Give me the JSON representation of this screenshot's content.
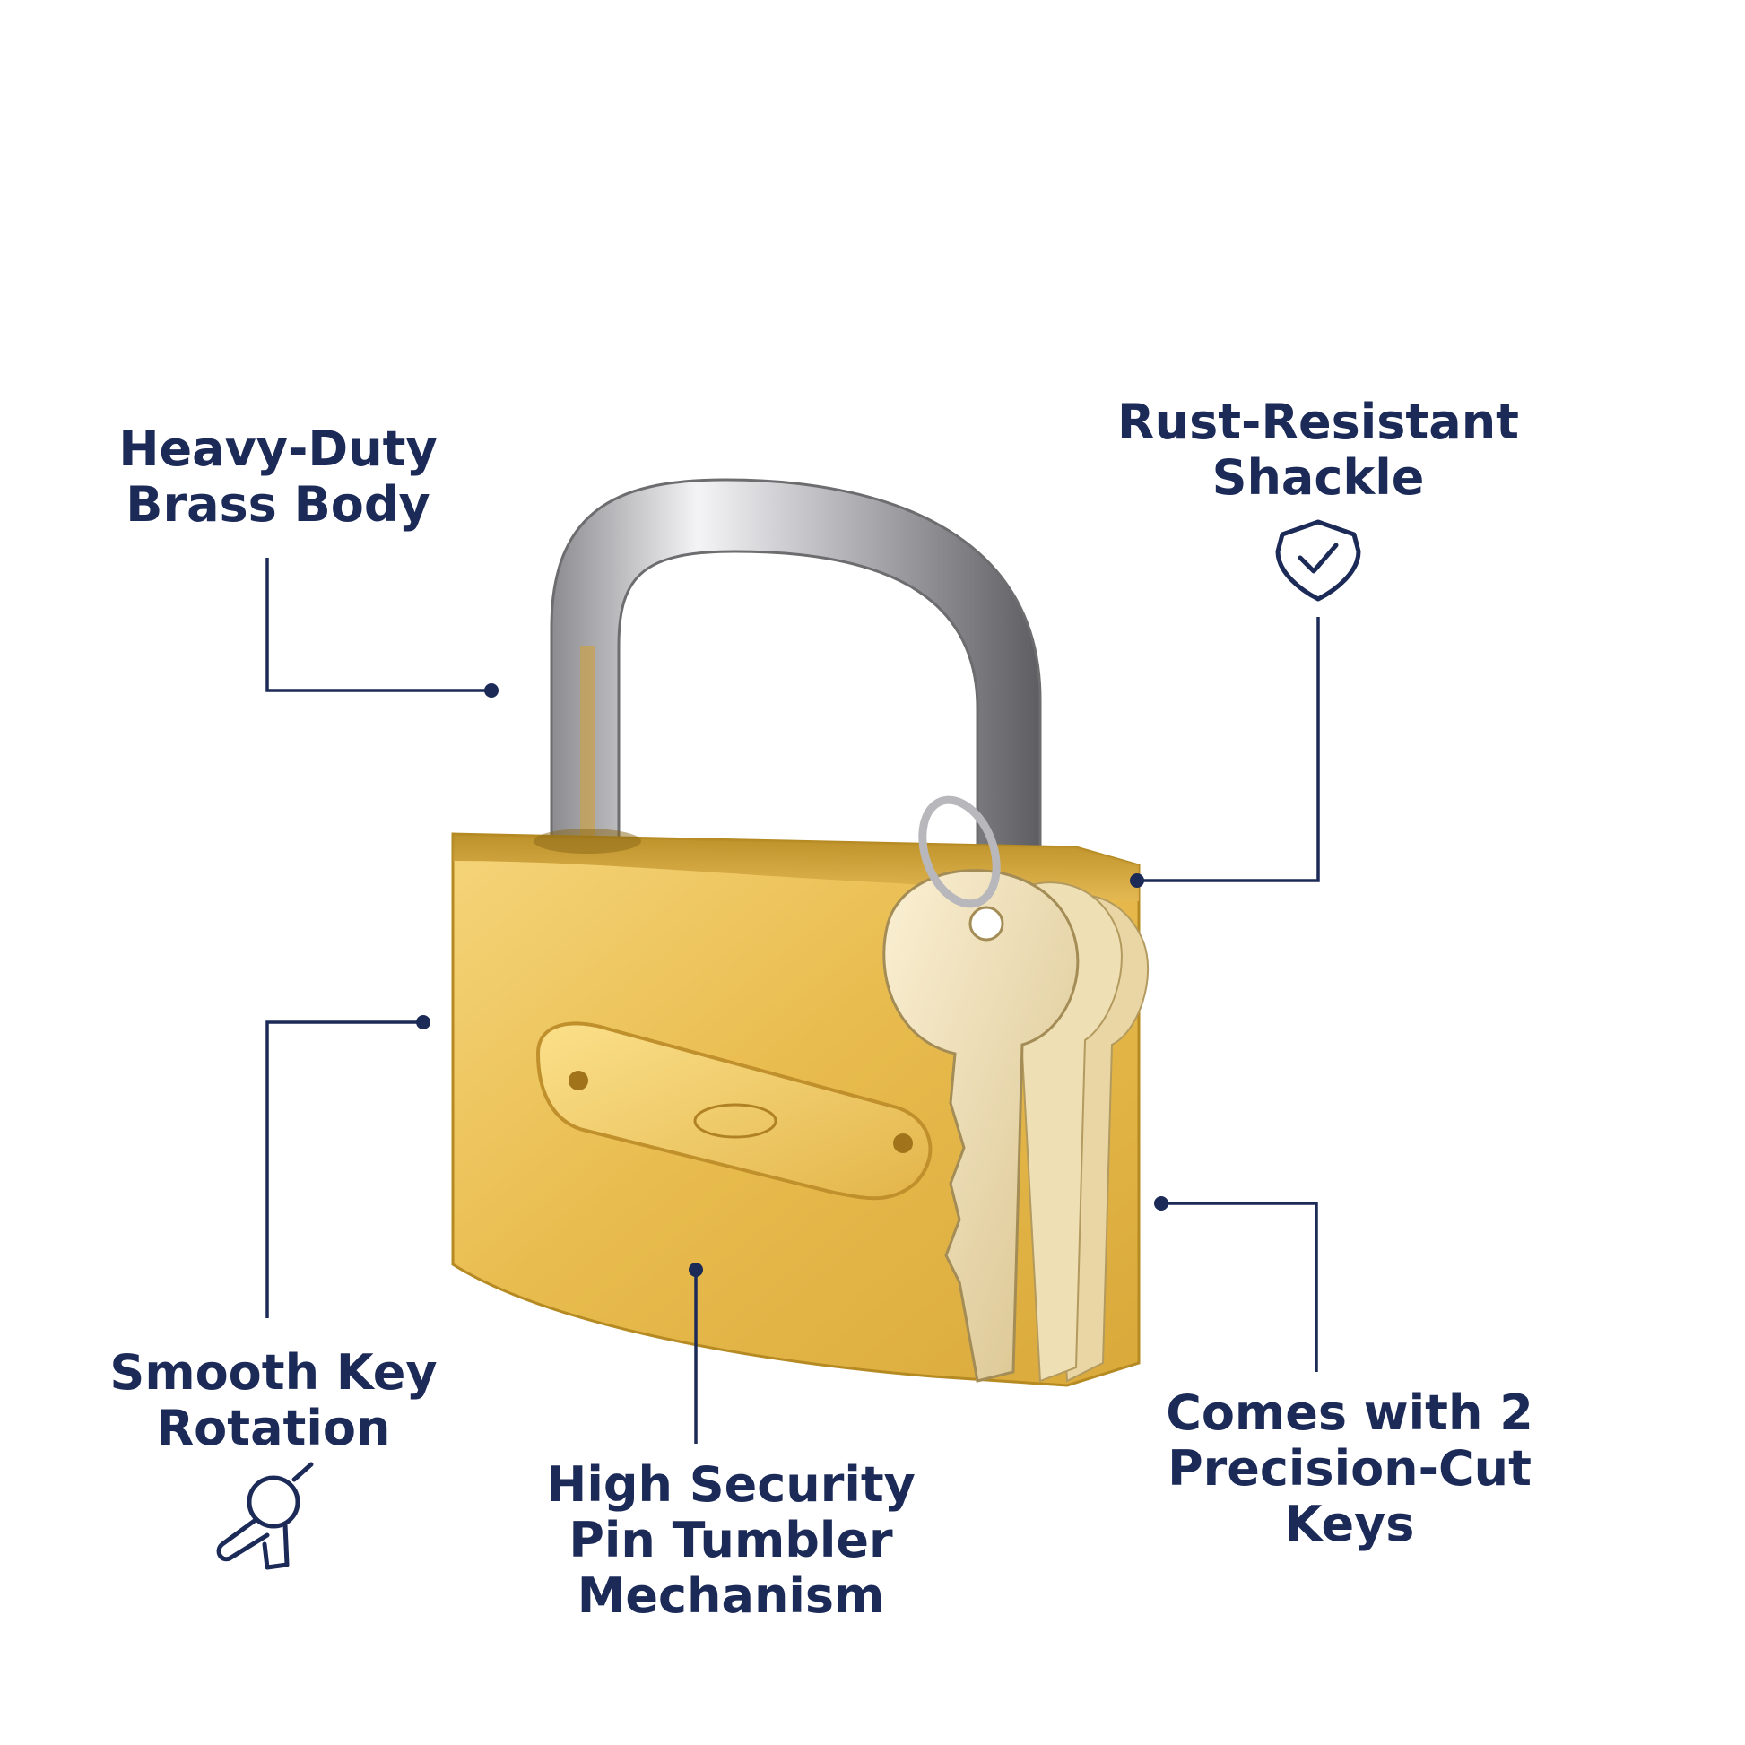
{
  "product": "padlock with keys",
  "colors": {
    "text": "#1b2a57",
    "brass": "#e7b84c",
    "steel": "#c9c9cc"
  },
  "features": {
    "brass_body": {
      "line1": "Heavy-Duty",
      "line2": "Brass Body"
    },
    "shackle": {
      "line1": "Rust-Resistant",
      "line2": "Shackle",
      "icon": "shield-check-icon"
    },
    "key_rotation": {
      "line1": "Smooth Key",
      "line2": "Rotation",
      "icon": "key-rotation-icon"
    },
    "pin_tumbler": {
      "line1": "High Security",
      "line2": "Pin Tumbler",
      "line3": "Mechanism"
    },
    "keys": {
      "line1": "Comes with 2",
      "line2": "Precision-Cut",
      "line3": "Keys"
    }
  }
}
